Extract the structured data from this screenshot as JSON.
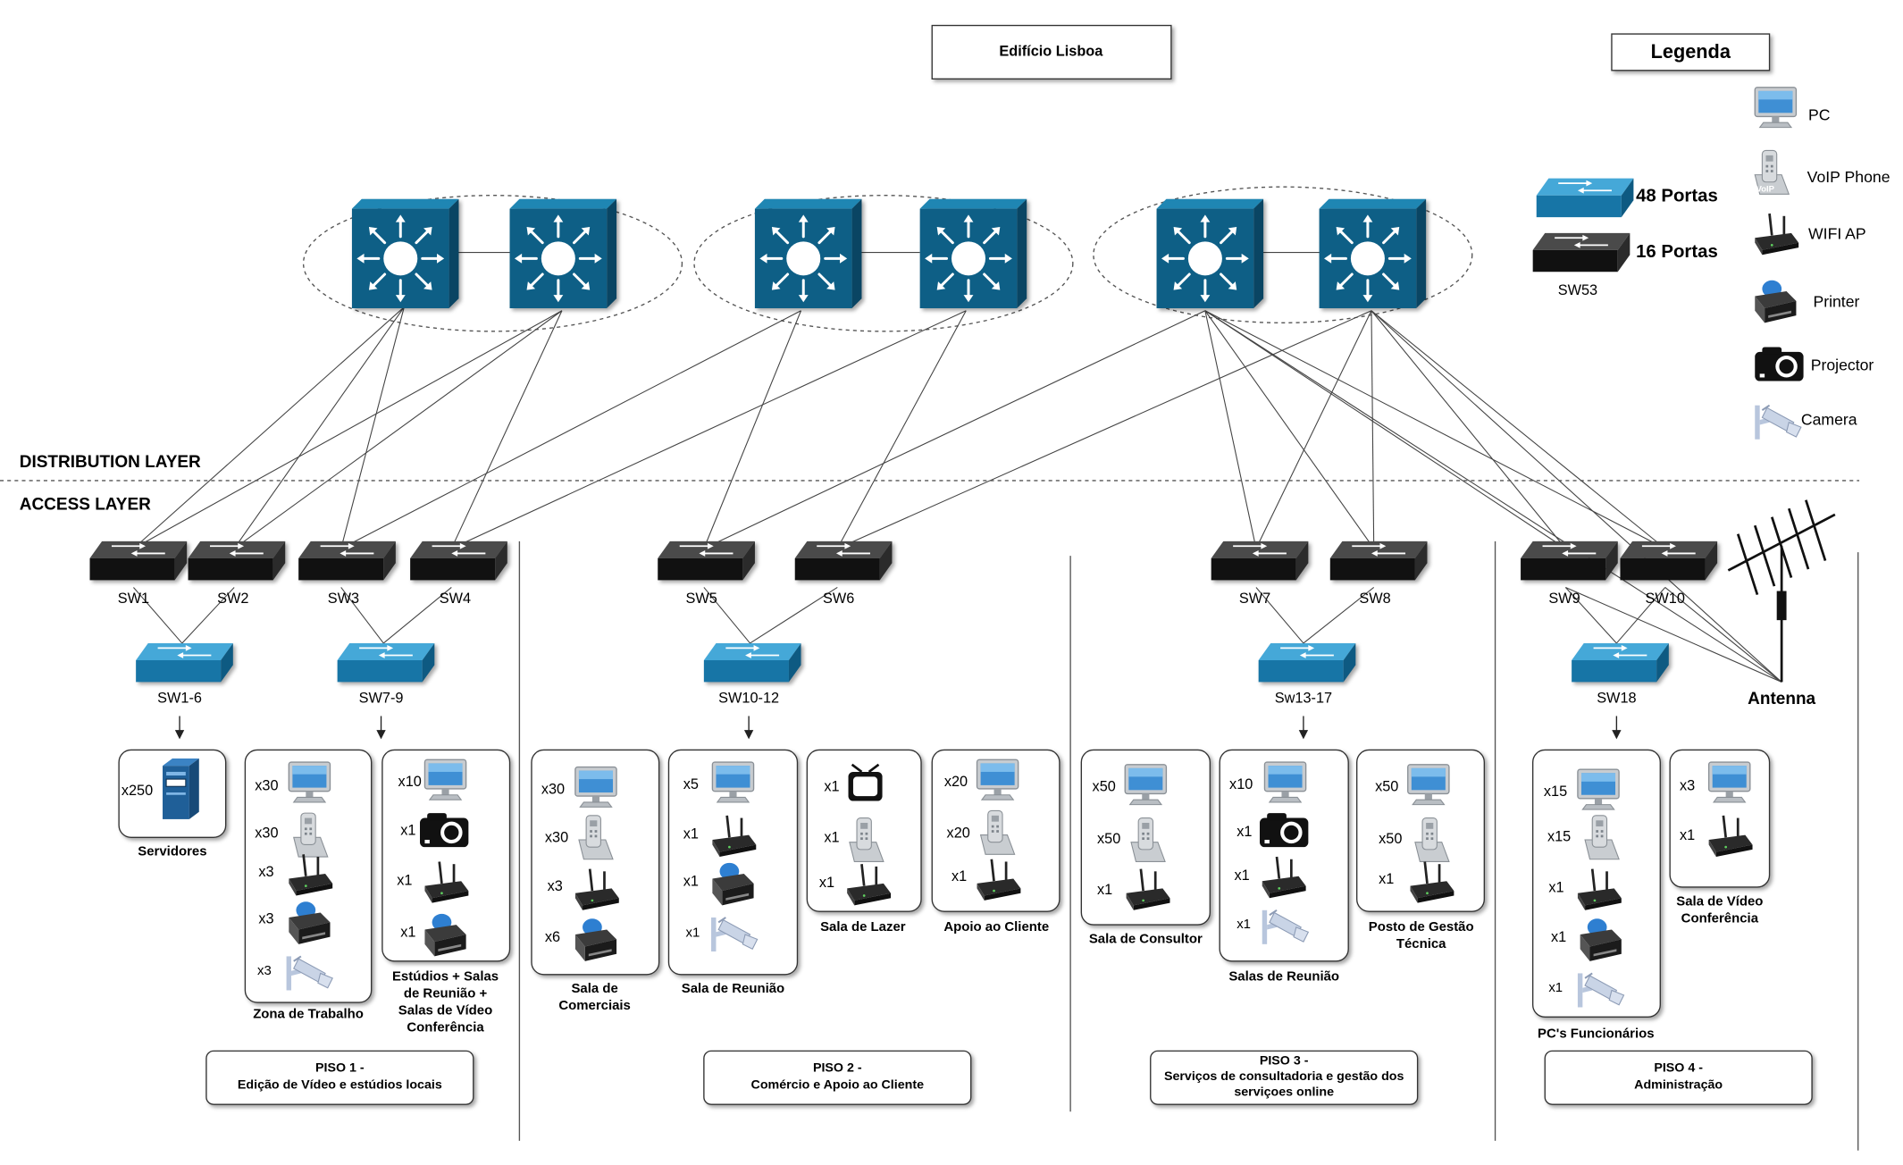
{
  "building": {
    "title": "Edifício Lisboa"
  },
  "layers": {
    "distribution": "DISTRIBUTION LAYER",
    "access": "ACCESS LAYER"
  },
  "legend": {
    "title": "Legenda",
    "items": [
      {
        "icon": "pc-icon",
        "label": "PC"
      },
      {
        "icon": "voip-phone-icon",
        "label": "VoIP Phone"
      },
      {
        "icon": "wifi-ap-icon",
        "label": "WIFI AP"
      },
      {
        "icon": "printer-icon",
        "label": "Printer"
      },
      {
        "icon": "projector-icon",
        "label": "Projector"
      },
      {
        "icon": "camera-icon",
        "label": "Camera"
      }
    ],
    "switch_48": "48 Portas",
    "switch_16": "16 Portas",
    "switch_16_name": "SW53",
    "voip_badge": "VoIP"
  },
  "colors": {
    "core": "#0e5f86",
    "core_light": "#1f86b3",
    "core_dark": "#0a4563",
    "switch48": "#1775a6",
    "switch16": "#1e1e1e",
    "line": "#444444"
  },
  "core_pairs": 3,
  "switches": {
    "sw1": "SW1",
    "sw2": "SW2",
    "sw3": "SW3",
    "sw4": "SW4",
    "sw5": "SW5",
    "sw6": "SW6",
    "sw7": "SW7",
    "sw8": "SW8",
    "sw9": "SW9",
    "sw10": "SW10",
    "sw1_6": "SW1-6",
    "sw7_9": "SW7-9",
    "sw10_12": "SW10-12",
    "sw13_17": "Sw13-17",
    "sw18": "SW18"
  },
  "antenna": "Antenna",
  "rooms": {
    "servidores": {
      "label": "Servidores",
      "counts": [
        "x250"
      ]
    },
    "zona_trabalho": {
      "label": "Zona de Trabalho",
      "counts": [
        "x30",
        "x30",
        "x3",
        "x3",
        "x3"
      ]
    },
    "estudios": {
      "label": [
        "Estúdios + Salas",
        "de Reunião +",
        "Salas de Vídeo",
        "Conferência"
      ],
      "counts": [
        "x10",
        "x1",
        "x1",
        "x1"
      ]
    },
    "sala_comerciais": {
      "label": [
        "Sala de",
        "Comerciais"
      ],
      "counts": [
        "x30",
        "x30",
        "x3",
        "x6"
      ]
    },
    "sala_reuniao": {
      "label": "Sala de Reunião",
      "counts": [
        "x5",
        "x1",
        "x1",
        "x1"
      ]
    },
    "sala_lazer": {
      "label": "Sala de Lazer",
      "counts": [
        "x1",
        "x1",
        "x1"
      ]
    },
    "apoio_cliente": {
      "label": "Apoio ao Cliente",
      "counts": [
        "x20",
        "x20",
        "x1"
      ]
    },
    "sala_consultor": {
      "label": "Sala de Consultor",
      "counts": [
        "x50",
        "x50",
        "x1"
      ]
    },
    "salas_reuniao": {
      "label": "Salas de Reunião",
      "counts": [
        "x10",
        "x1",
        "x1",
        "x1"
      ]
    },
    "posto_gestao": {
      "label": [
        "Posto de Gestão",
        "Técnica"
      ],
      "counts": [
        "x50",
        "x50",
        "x1"
      ]
    },
    "pc_funcionarios": {
      "label": "PC's Funcionários",
      "counts": [
        "x15",
        "x15",
        "x1",
        "x1",
        "x1"
      ]
    },
    "sala_video": {
      "label": [
        "Sala de Vídeo",
        "Conferência"
      ],
      "counts": [
        "x3",
        "x1"
      ]
    }
  },
  "floors": {
    "piso1": {
      "title": "PISO 1 -",
      "desc": [
        "Edição de Vídeo e estúdios locais"
      ]
    },
    "piso2": {
      "title": "PISO 2 -",
      "desc": [
        "Comércio e Apoio ao Cliente"
      ]
    },
    "piso3": {
      "title": "PISO 3 -",
      "desc": [
        "Serviços de consultadoria e gestão dos",
        "serviçoes online"
      ]
    },
    "piso4": {
      "title": "PISO 4 -",
      "desc": [
        "Administração"
      ]
    }
  }
}
